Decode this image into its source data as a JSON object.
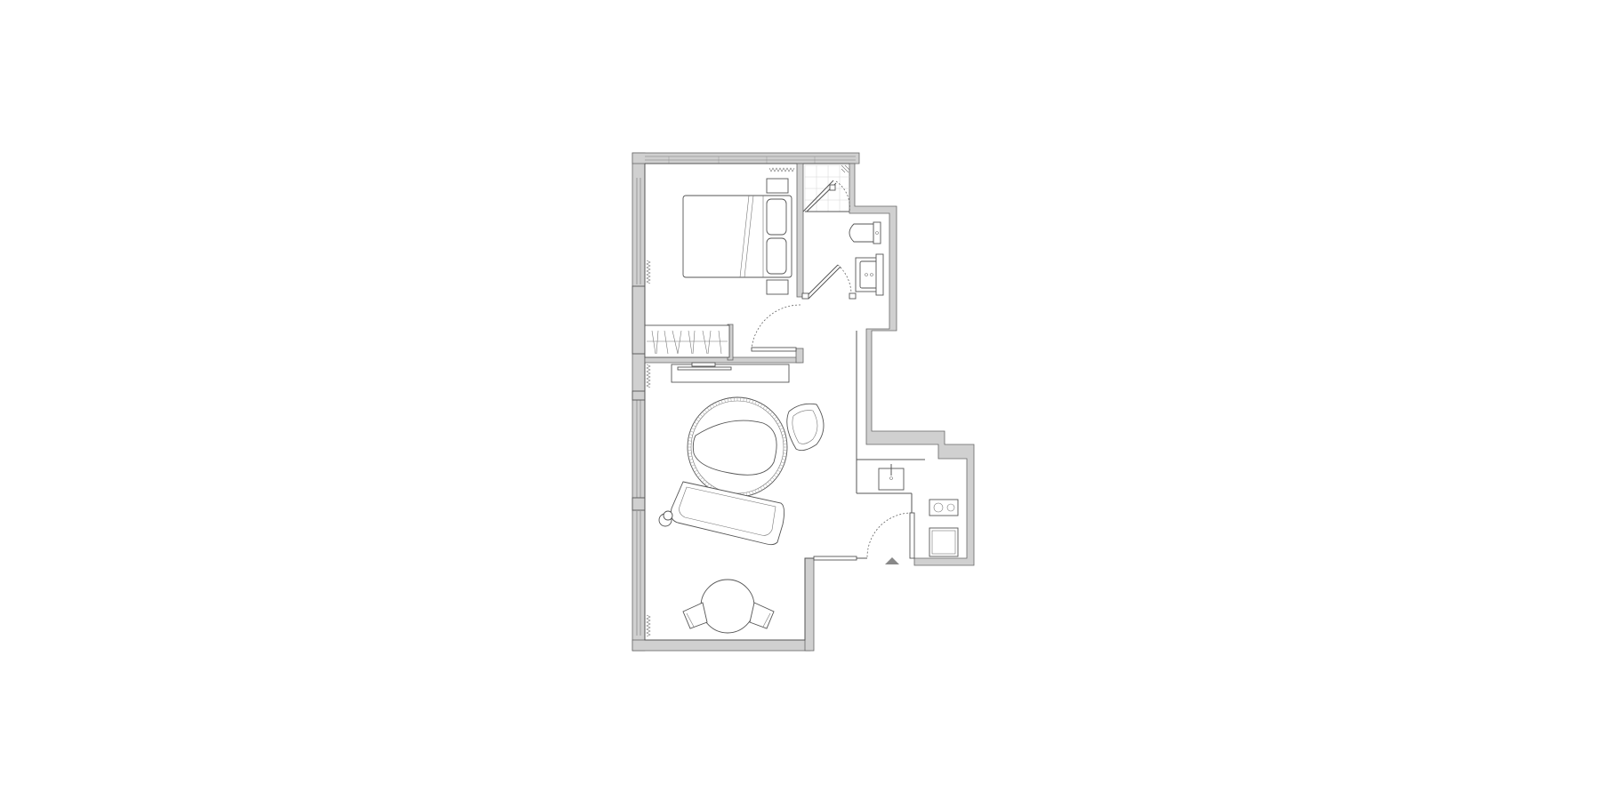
{
  "floorplan": {
    "colors": {
      "background": "#ffffff",
      "wall_fill": "#d0d0d0",
      "line": "#555555",
      "entry_marker": "#888888"
    },
    "rooms": [
      "bedroom",
      "bathroom",
      "living-area",
      "kitchenette",
      "dining-area",
      "walk-in-closet"
    ],
    "icons": [
      "entry-arrow-icon"
    ]
  }
}
